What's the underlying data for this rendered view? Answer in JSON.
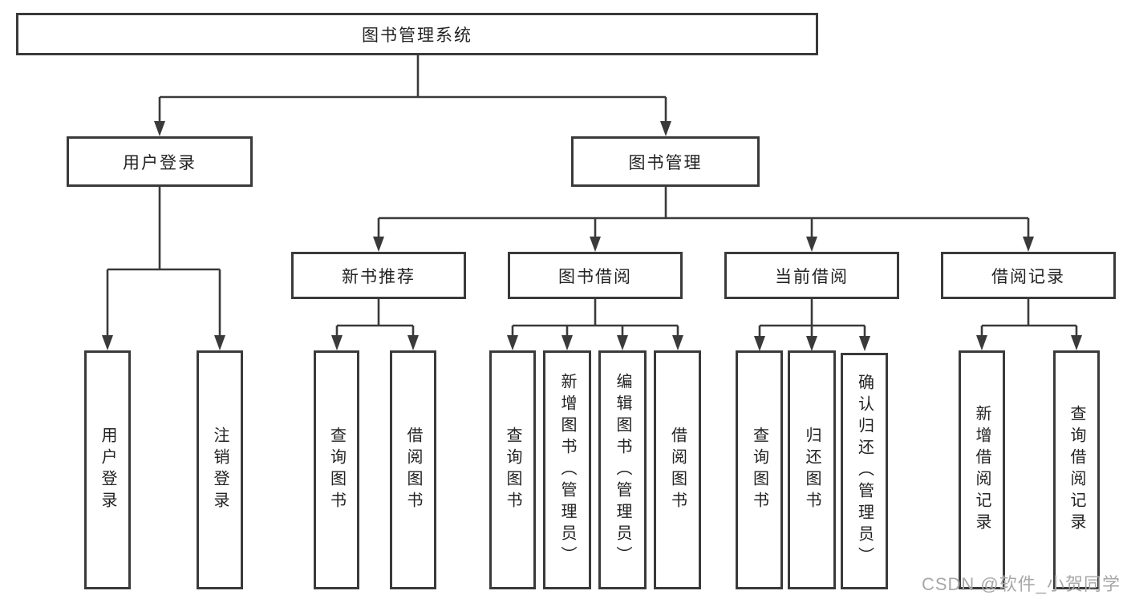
{
  "diagram": {
    "title": "图书管理系统",
    "root": {
      "label": "图书管理系统"
    },
    "level2": {
      "user_login": {
        "label": "用户登录"
      },
      "book_mgmt": {
        "label": "图书管理"
      }
    },
    "level3": {
      "new_book_rec": {
        "label": "新书推荐"
      },
      "book_borrow": {
        "label": "图书借阅"
      },
      "current_borrow": {
        "label": "当前借阅"
      },
      "borrow_records": {
        "label": "借阅记录"
      }
    },
    "leaves": {
      "user_login_children": [
        "用户登录",
        "注销登录"
      ],
      "new_book_rec_children": [
        "查询图书",
        "借阅图书"
      ],
      "book_borrow_children": [
        "查询图书",
        "新增图书（管理员）",
        "编辑图书（管理员）",
        "借阅图书"
      ],
      "current_borrow_children": [
        "查询图书",
        "归还图书",
        "确认归还（管理员）"
      ],
      "borrow_records_children": [
        "新增借阅记录",
        "查询借阅记录"
      ]
    }
  },
  "watermark": "CSDN @软件_小贺同学",
  "colors": {
    "line": "#3a3a3a",
    "text": "#232323",
    "watermark": "#a8a8a8",
    "background": "#ffffff"
  }
}
